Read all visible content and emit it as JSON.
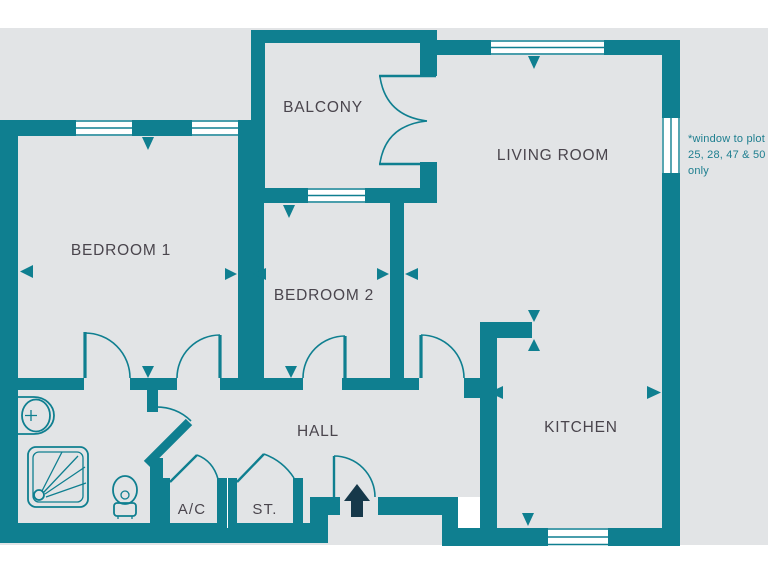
{
  "document": {
    "type": "apartment-floor-plan"
  },
  "rooms": {
    "bedroom1": {
      "label": "BEDROOM 1"
    },
    "balcony": {
      "label": "BALCONY"
    },
    "living_room": {
      "label": "LIVING ROOM"
    },
    "bedroom2": {
      "label": "BEDROOM 2"
    },
    "hall": {
      "label": "HALL"
    },
    "kitchen": {
      "label": "KITCHEN"
    },
    "airing_cupboard": {
      "label": "A/C"
    },
    "store": {
      "label": "ST."
    }
  },
  "note": {
    "lines": [
      "*window to plot",
      "25, 28, 47 & 50",
      "only"
    ]
  },
  "fixtures": {
    "bathroom": [
      "shower-tray",
      "toilet",
      "wash-basin"
    ]
  },
  "symbols": {
    "entry_arrow_direction": "up"
  },
  "colors": {
    "wall": "#0f7f90",
    "background": "#e2e4e6",
    "page": "#ffffff",
    "label": "#4a454d",
    "note": "#1d7e8f",
    "entry_arrow": "#16384a"
  }
}
